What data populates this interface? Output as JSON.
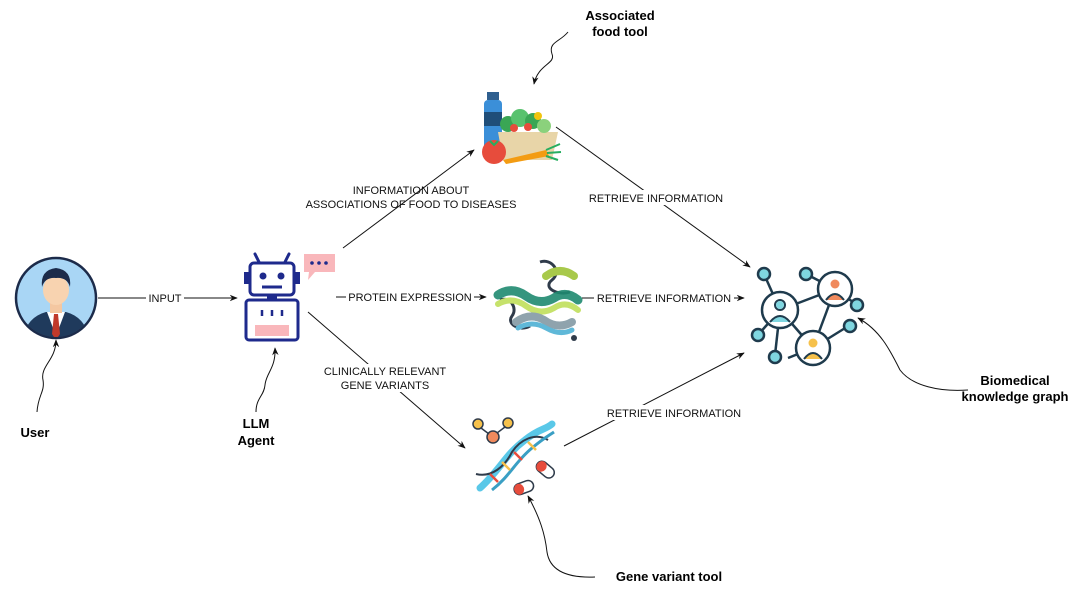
{
  "nodes": {
    "user": {
      "label": "User"
    },
    "agent": {
      "label_line1": "LLM",
      "label_line2": "Agent"
    },
    "food_tool": {
      "label_line1": "Associated",
      "label_line2": "food tool"
    },
    "gene_tool": {
      "label": "Gene variant tool"
    },
    "kg": {
      "label_line1": "Biomedical",
      "label_line2": "knowledge graph"
    }
  },
  "edges": {
    "input": "INPUT",
    "food_line1": "INFORMATION ABOUT",
    "food_line2": "ASSOCIATIONS OF FOOD TO DISEASES",
    "protein": "PROTEIN EXPRESSION",
    "gene_line1": "CLINICALLY RELEVANT",
    "gene_line2": "GENE VARIANTS",
    "retrieve_food": "RETRIEVE INFORMATION",
    "retrieve_protein": "RETRIEVE INFORMATION",
    "retrieve_gene": "RETRIEVE INFORMATION"
  },
  "colors": {
    "navy": "#1e2a8c",
    "kg_outline": "#1f3b4d",
    "kg_teal": "#7fd6e0",
    "speech_bubble": "#f9b7bb",
    "dna_blue": "#5ac8e8"
  },
  "icons": {
    "user": "businessman-avatar-icon",
    "agent": "robot-icon",
    "food": "food-basket-icon",
    "protein": "protein-helix-icon",
    "gene": "dna-pills-icon",
    "kg": "knowledge-graph-icon"
  }
}
